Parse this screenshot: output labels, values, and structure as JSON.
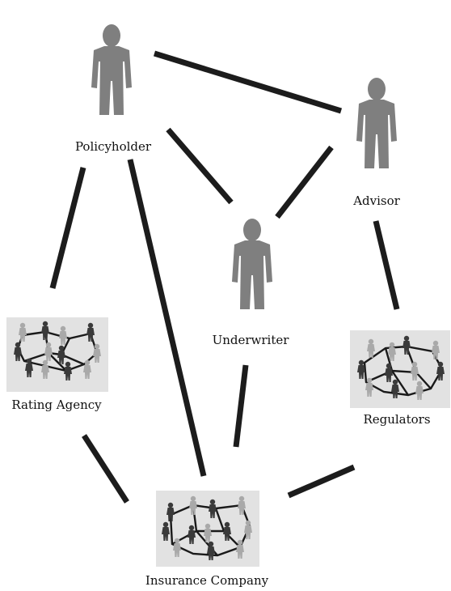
{
  "nodes": [
    {
      "id": "policyholder",
      "label": "Policyholder",
      "kind": "person"
    },
    {
      "id": "advisor",
      "label": "Advisor",
      "kind": "person"
    },
    {
      "id": "underwriter",
      "label": "Underwriter",
      "kind": "person"
    },
    {
      "id": "rating-agency",
      "label": "Rating Agency",
      "kind": "group"
    },
    {
      "id": "regulators",
      "label": "Regulators",
      "kind": "group"
    },
    {
      "id": "insurance-company",
      "label": "Insurance Company",
      "kind": "group"
    }
  ],
  "edges": [
    {
      "from": "policyholder",
      "to": "advisor"
    },
    {
      "from": "policyholder",
      "to": "underwriter"
    },
    {
      "from": "advisor",
      "to": "underwriter"
    },
    {
      "from": "policyholder",
      "to": "rating-agency"
    },
    {
      "from": "policyholder",
      "to": "insurance-company"
    },
    {
      "from": "advisor",
      "to": "regulators"
    },
    {
      "from": "underwriter",
      "to": "insurance-company"
    },
    {
      "from": "rating-agency",
      "to": "insurance-company"
    },
    {
      "from": "regulators",
      "to": "insurance-company"
    }
  ],
  "colors": {
    "person": "#7f7f7f",
    "connector": "#1c1c1c",
    "group_panel": "#e2e2e2"
  }
}
